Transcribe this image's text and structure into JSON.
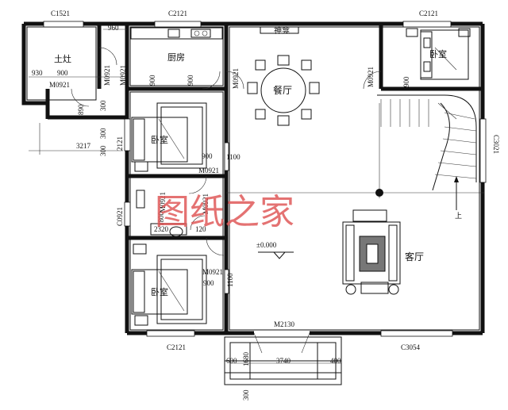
{
  "rooms": {
    "earth_stove": "土灶",
    "kitchen": "厨房",
    "dining": "餐厅",
    "bedroom_ne": "卧室",
    "bedroom_w1": "卧室",
    "bedroom_w2": "卧室",
    "living": "客厅",
    "shrine": "神龛"
  },
  "windows": {
    "c1521": "C1521",
    "c2121_top_mid": "C2121",
    "c2121_top_right": "C2121",
    "c2121_bottom": "C2121",
    "c3054": "C3054",
    "c3021": "C3021",
    "c0921": "C0921",
    "c2121_side": "2121"
  },
  "doors": {
    "m0921_a": "M0921",
    "m0921_b": "M0921",
    "m0921_c": "M0921",
    "m0921_d": "M0921",
    "m0921_e": "M0921",
    "m0921_f": "M0921",
    "m0921_g": "M0921",
    "m0921_h": "M0921",
    "m0921_i": "M0921",
    "m2130": "M2130"
  },
  "dimensions": {
    "d960": "960",
    "d930": "930",
    "d900_a": "900",
    "d900_b": "900",
    "d900_c": "900",
    "d900_d": "900",
    "d900_e": "900",
    "d900_f": "900",
    "d890": "890",
    "d300_a": "300",
    "d300_b": "300",
    "d300_c": "300",
    "d3217": "3217",
    "d1100_a": "1100",
    "d1100_b": "1100",
    "d1800": "1800",
    "d2320": "2320",
    "d120": "120",
    "d600": "600",
    "d1680": "1680",
    "d3740": "3740",
    "d400": "400",
    "d300_d": "300"
  },
  "level_mark": "±0.000",
  "stair_label": "上",
  "watermark": "图纸之家"
}
